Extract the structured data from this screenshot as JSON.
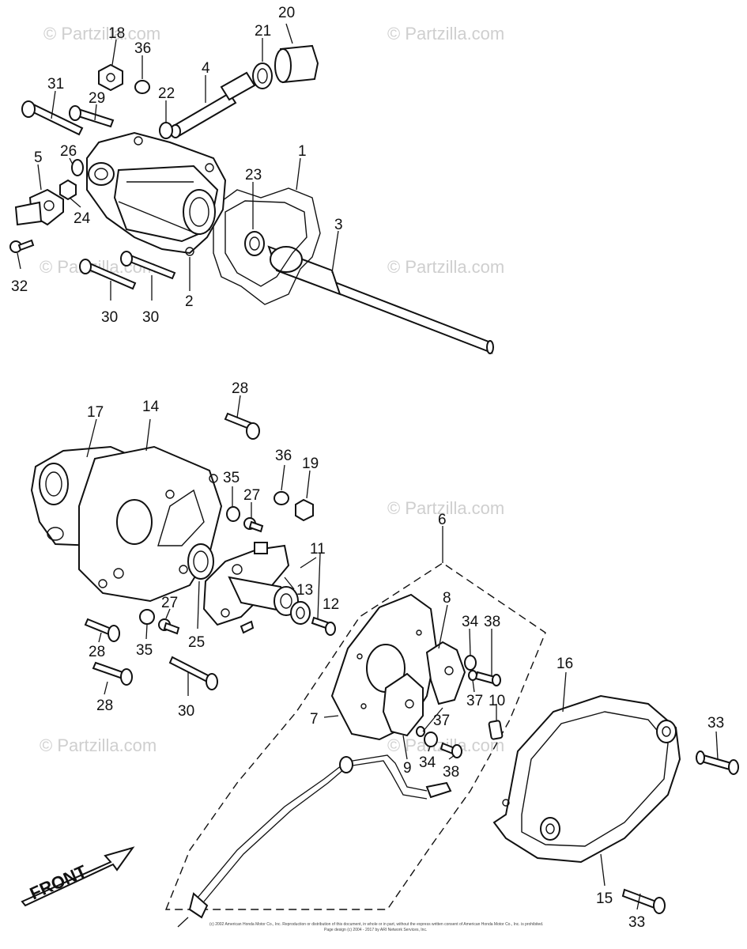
{
  "watermark_text": "© Partzilla.com",
  "front_label": "FRONT",
  "footer": {
    "line1": "(c) 2002 American Honda Motor Co., Inc. Reproduction or distribution of this document, in whole or in part, without the express written consent of American Honda Motor Co., Inc. is prohibited.",
    "line2": "Page design (c) 2004 - 2017 by ARI Network Services, Inc."
  },
  "callouts": {
    "c20": "20",
    "c18": "18",
    "c36a": "36",
    "c21": "21",
    "c4": "4",
    "c31": "31",
    "c29": "29",
    "c22": "22",
    "c1": "1",
    "c5": "5",
    "c26": "26",
    "c23": "23",
    "c24": "24",
    "c3": "3",
    "c32": "32",
    "c30a": "30",
    "c30b": "30",
    "c2": "2",
    "c28a": "28",
    "c17": "17",
    "c14": "14",
    "c36b": "36",
    "c19": "19",
    "c35a": "35",
    "c27a": "27",
    "c6": "6",
    "c11": "11",
    "c13": "13",
    "c12": "12",
    "c27b": "27",
    "c25": "25",
    "c35b": "35",
    "c28b": "28",
    "c8": "8",
    "c34a": "34",
    "c38a": "38",
    "c16": "16",
    "c28c": "28",
    "c30c": "30",
    "c37a": "37",
    "c10": "10",
    "c7": "7",
    "c37b": "37",
    "c33a": "33",
    "c9": "9",
    "c34b": "34",
    "c38b": "38",
    "c15": "15",
    "c33b": "33"
  }
}
